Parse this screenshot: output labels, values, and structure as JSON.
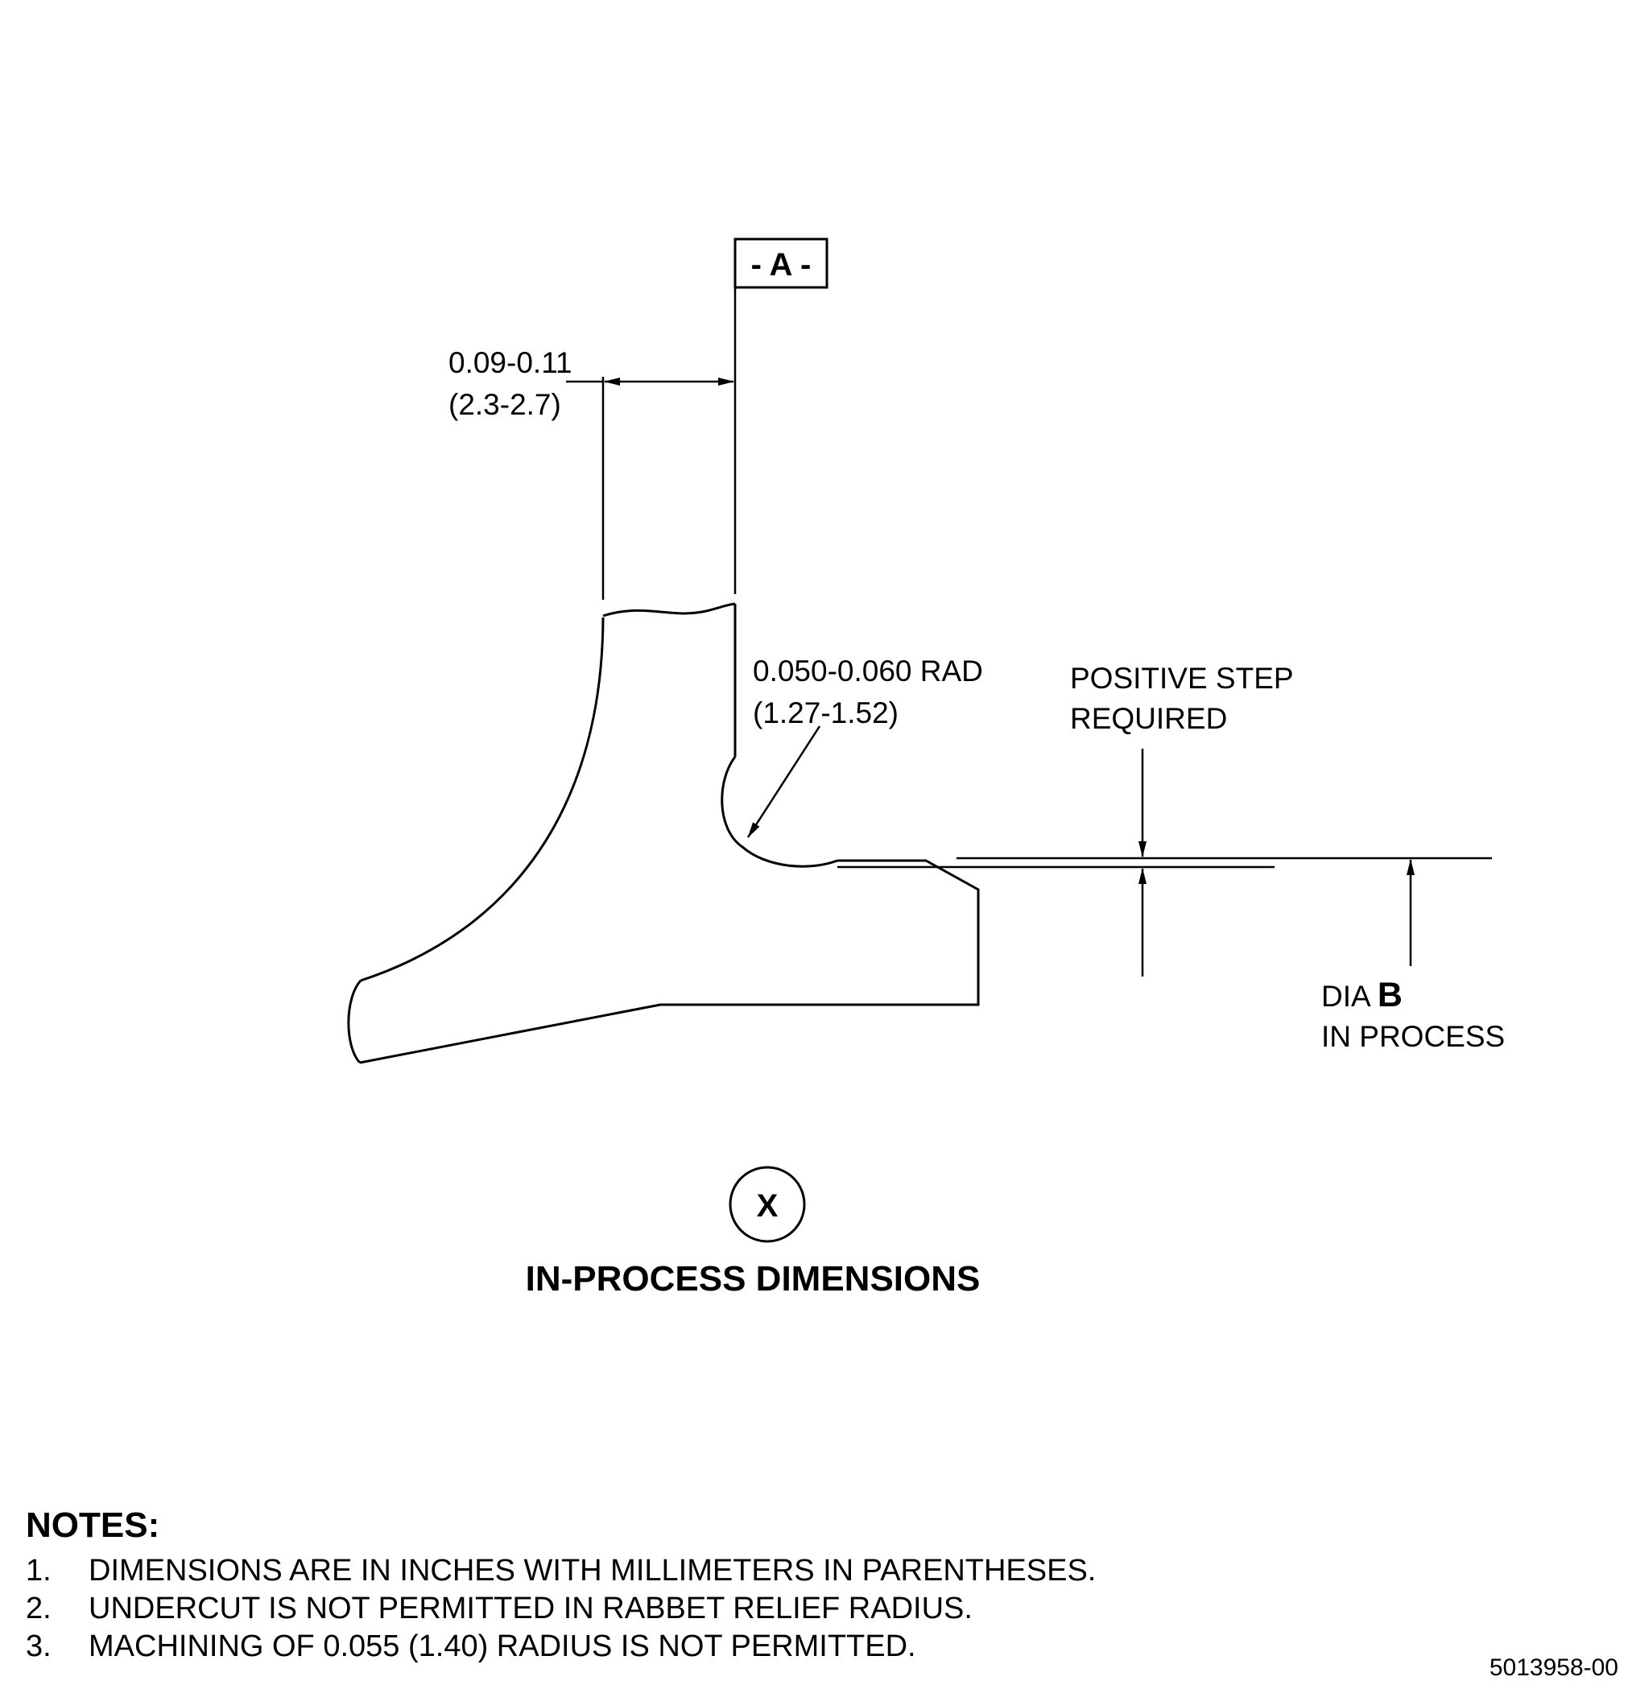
{
  "datum": {
    "label": "- A -"
  },
  "dimensions": {
    "thickness": {
      "inches": "0.09-0.11",
      "mm": "(2.3-2.7)"
    },
    "radius": {
      "inches": "0.050-0.060 RAD",
      "mm": "(1.27-1.52)"
    },
    "step": {
      "line1": "POSITIVE STEP",
      "line2": "REQUIRED"
    },
    "diameter": {
      "prefix": "DIA",
      "letter": "B",
      "line2": "IN PROCESS"
    }
  },
  "view": {
    "letter": "X",
    "title": "IN-PROCESS DIMENSIONS"
  },
  "notes": {
    "title": "NOTES:",
    "items": [
      {
        "num": "1.",
        "text": "DIMENSIONS ARE IN INCHES WITH MILLIMETERS IN PARENTHESES."
      },
      {
        "num": "2.",
        "text": "UNDERCUT IS NOT PERMITTED IN RABBET RELIEF RADIUS."
      },
      {
        "num": "3.",
        "text": "MACHINING OF 0.055 (1.40) RADIUS IS NOT PERMITTED."
      }
    ]
  },
  "drawing_number": "5013958-00"
}
